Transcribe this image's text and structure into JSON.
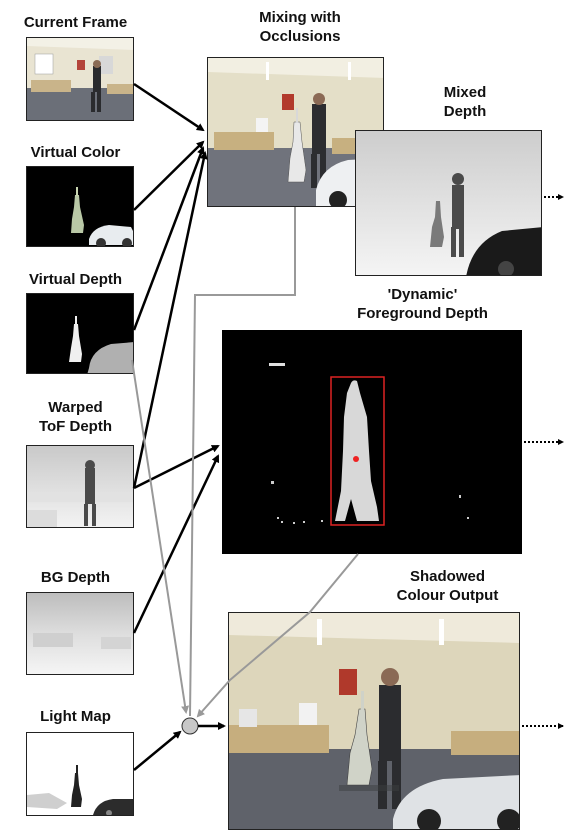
{
  "labels": {
    "current_frame": "Current Frame",
    "virtual_color": "Virtual Color",
    "virtual_depth": "Virtual Depth",
    "warped_tof_line1": "Warped",
    "warped_tof_line2": "ToF Depth",
    "bg_depth": "BG Depth",
    "light_map": "Light Map",
    "mixing_line1": "Mixing with",
    "mixing_line2": "Occlusions",
    "mixed_depth_line1": "Mixed",
    "mixed_depth_line2": "Depth",
    "dynamic_line1": "'Dynamic'",
    "dynamic_line2": "Foreground Depth",
    "shadowed_line1": "Shadowed",
    "shadowed_line2": "Colour Output"
  },
  "colors": {
    "arrow": "#000000",
    "gray_line": "#999999",
    "bbox": "#dd2222",
    "combiner": "#c8c8c8"
  }
}
